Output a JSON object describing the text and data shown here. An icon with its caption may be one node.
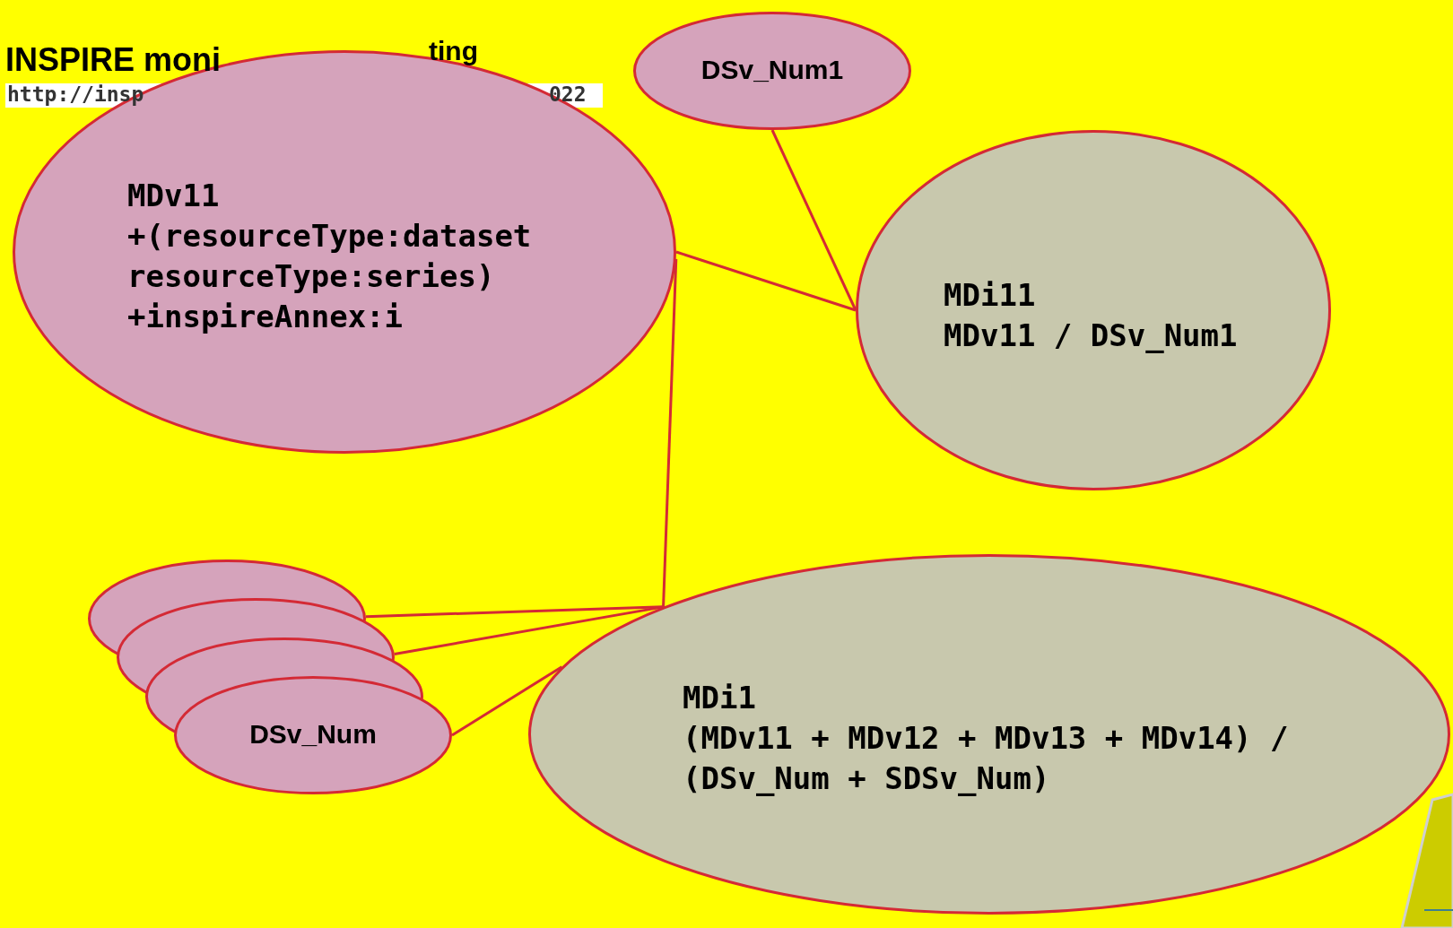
{
  "diagram": {
    "title": "INSPIRE moni",
    "nodes": [
      {
        "text": [
          "DSv_Num1"
        ]
      },
      {
        "text": [
          "MDv11",
          "+(resourceType:dataset resourceType:series)",
          "+inspireAnnex:i"
        ]
      },
      {
        "text": [
          "MDi11",
          "MDv11 / DSv_Num1"
        ]
      },
      {
        "text": [],
        "shape": "ellipse"
      },
      {
        "text": [],
        "shape": "ellipse"
      },
      {
        "text": [],
        "shape": "ellipse"
      },
      {
        "text": [
          "DSv_Num"
        ]
      },
      {
        "text": [
          "MDi1",
          "(MDv11 + MDv12 + MDv13 + MDv14) / (DSv_Num + SDSv_Num)"
        ]
      }
    ],
    "edges": [
      {
        "from": 0,
        "to": 2,
        "arrow": "none"
      },
      {
        "from": 1,
        "to": 2,
        "arrow": "none"
      },
      {
        "from": 1,
        "to": 7,
        "arrow": "none"
      },
      {
        "from": 3,
        "to": 7,
        "arrow": "none"
      },
      {
        "from": 4,
        "to": 7,
        "arrow": "none"
      },
      {
        "from": 6,
        "to": 7,
        "arrow": "none"
      }
    ],
    "labels": [
      "ting",
      "http://insp",
      "022"
    ]
  }
}
